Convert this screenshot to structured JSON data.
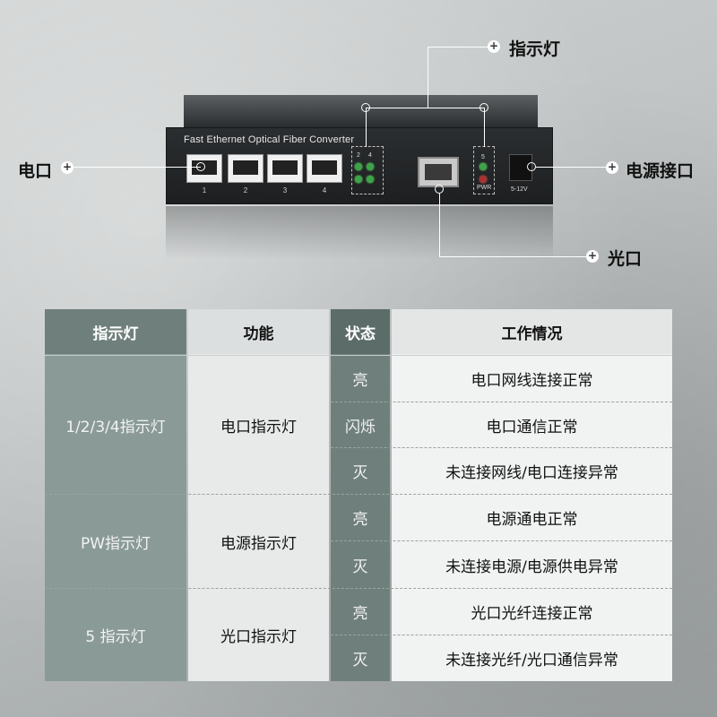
{
  "device": {
    "model_text": "Fast Ethernet Optical Fiber Converter",
    "port_numbers": [
      "1",
      "2",
      "3",
      "4"
    ],
    "led_labels": [
      "2",
      "4"
    ],
    "status_labels": [
      "5",
      "PWR"
    ],
    "power_text": "5-12V"
  },
  "callouts": {
    "indicator": "指示灯",
    "rj45": "电口",
    "power_port": "电源接口",
    "optical_port": "光口"
  },
  "table": {
    "headers": [
      "指示灯",
      "功能",
      "状态",
      "工作情况"
    ],
    "groups": [
      {
        "indicator": "1/2/3/4指示灯",
        "function": "电口指示灯",
        "rows": [
          {
            "state": "亮",
            "desc": "电口网线连接正常"
          },
          {
            "state": "闪烁",
            "desc": "电口通信正常"
          },
          {
            "state": "灭",
            "desc": "未连接网线/电口连接异常"
          }
        ]
      },
      {
        "indicator": "PW指示灯",
        "function": "电源指示灯",
        "rows": [
          {
            "state": "亮",
            "desc": "电源通电正常"
          },
          {
            "state": "灭",
            "desc": "未连接电源/电源供电异常"
          }
        ]
      },
      {
        "indicator": "5 指示灯",
        "function": "光口指示灯",
        "rows": [
          {
            "state": "亮",
            "desc": "光口光纤连接正常"
          },
          {
            "state": "灭",
            "desc": "未连接光纤/光口通信异常"
          }
        ]
      }
    ]
  },
  "colors": {
    "teal_dark": "#6f807c",
    "teal_mid": "#8a9a96",
    "light_cell": "#e6e8e8",
    "white_cell": "#f1f2f2"
  }
}
